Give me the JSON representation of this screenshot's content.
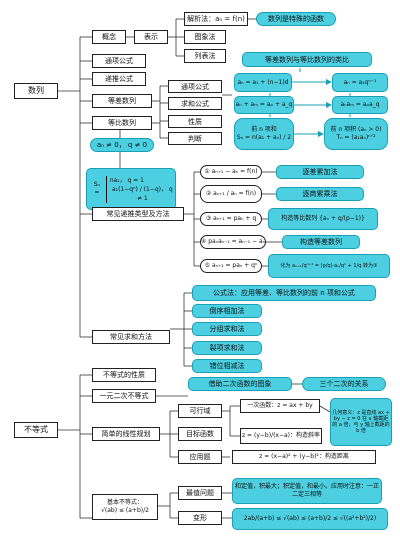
{
  "root_shu_lie": "数列",
  "root_bu_deng_shi": "不等式",
  "gainian": "概念",
  "biaoshi": "表示",
  "jiexifa": "解析法：aₙ = f(n)",
  "shulie_special": "数列是特殊的函数",
  "tuxiangfa": "图象法",
  "liebiaofa": "列表法",
  "tongxiang": "通项公式",
  "ditui": "递推公式",
  "dengcha": "等差数列",
  "dengbi": "等比数列",
  "sub_tongxiang": "通项公式",
  "sub_qiuhe": "求和公式",
  "sub_xingzhi": "性质",
  "sub_panduan": "判断",
  "analog": "等差数列与等比数列的类比",
  "f_arith_n": "aₙ = a₁ + (n−1)d",
  "f_geo_n": "aₙ = a₁qⁿ⁻¹",
  "f_arith_prop": "aₙ + aₘ = aₚ + a_q",
  "f_geo_prop": "aₙaₘ = aₚa_q",
  "f_arith_sum_title": "前 n 项和",
  "f_arith_sum": "Sₙ = n(a₁ + aₙ) / 2",
  "f_geo_prod_title": "前 n 项积 (aₙ > 0)",
  "f_geo_prod": "Tₙ = (a₁aₙ)ⁿᐟ²",
  "cond": "aₙ ≠ 0， q ≠ 0",
  "sn_line1": "na₁， q = 1",
  "sn_line2": "a₁(1−qⁿ) / (1−q)， q ≠ 1",
  "sn_lhs": "Sₙ =",
  "changjian_ditui": "常见递推类型及方法",
  "r1": "① aₙ₊₁ − aₙ = f(n)",
  "r1m": "逐差累加法",
  "r2": "② aₙ₊₁ / aₙ = f(n)",
  "r2m": "逐商累乘法",
  "r3": "③ aₙ₊₁ = paₙ + q",
  "r3m": "构造等比数列 {aₙ + q/(p−1)}",
  "r4": "④ paₙaₙ₋₁ = aₙ₋₁ − aₙ",
  "r4m": "构造等差数列",
  "r5": "⑤ aₙ₊₁ = paₙ + qⁿ",
  "r5m": "化为 aₙ₊₁/qⁿ⁺¹ = (p/q)·aₙ/qⁿ + 1/q 转为③",
  "changjian_qiuhe": "常见求和方法",
  "q1": "公式法：应用等差、等比数列的前 n 项和公式",
  "q2": "倒序相加法",
  "q3": "分组求和法",
  "q4": "裂项求和法",
  "q5": "错位相减法",
  "bds_xingzhi": "不等式的性质",
  "yiyuan": "一元二次不等式",
  "jiezhu": "借助二次函数的图象",
  "sange": "三个二次的关系",
  "jiandan": "简单的线性规划",
  "kexingyu": "可行域",
  "mubiao": "目标函数",
  "yingyong": "应用题",
  "yici": "一次函数：z = ax + by",
  "xielv": "z = (y−b)/(x−a)：构造斜率",
  "juli": "z = (x−a)² + (y−b)²：构造距离",
  "jihe": "几何意义：z 是直线 ax + by − z = 0 在 x 轴截距的 a 倍，与 y 轴上截距的 b 倍",
  "jiben_title": "基本不等式：",
  "jiben_formula": "√(ab) ≤ (a+b)/2",
  "zuizhi": "最值问题",
  "zuizhi_desc": "和定值，积最大；积定值，和最小。应用时注意：一正二定三相等",
  "bianxing": "变形",
  "chain": "2ab/(a+b) ≤ √(ab) ≤ (a+b)/2 ≤ √((a²+b²)/2)"
}
